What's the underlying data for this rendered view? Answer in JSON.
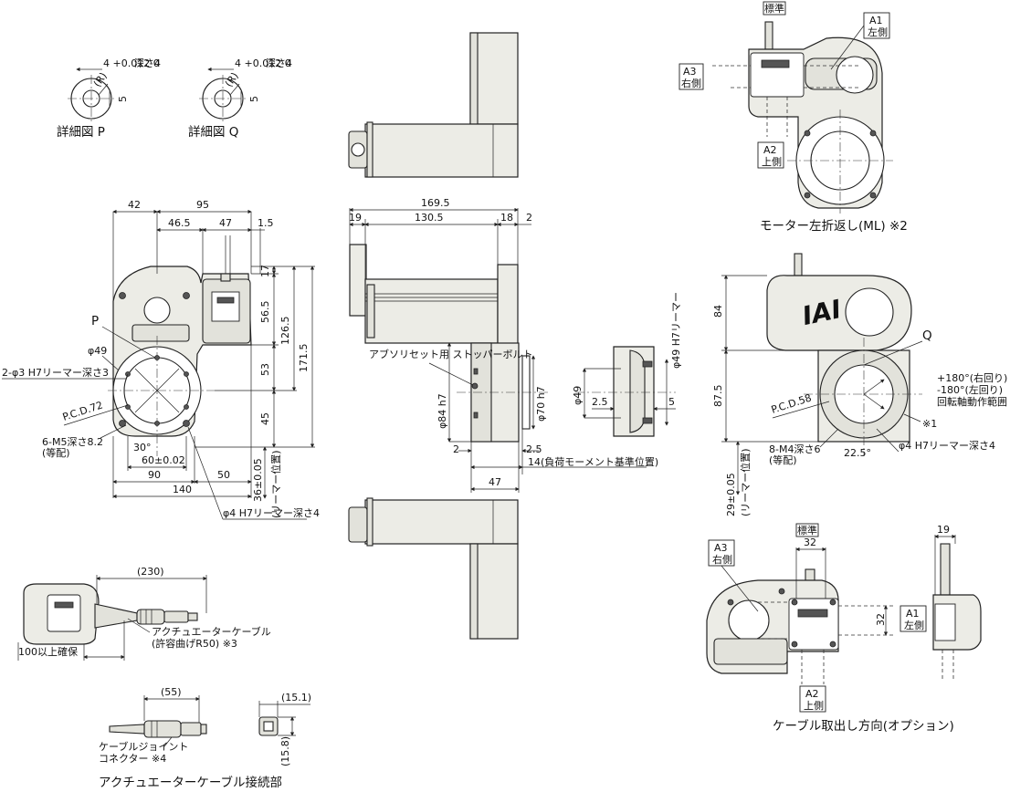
{
  "detail_p": {
    "tol": "4 +0.012 0",
    "depth": "深さ4",
    "r": "(R)",
    "five": "5",
    "caption": "詳細図 P"
  },
  "detail_q": {
    "tol": "4 +0.012 0",
    "depth": "深さ4",
    "r": "(R)",
    "five": "5",
    "caption": "詳細図 Q"
  },
  "front": {
    "d42": "42",
    "d95": "95",
    "d465": "46.5",
    "d47": "47",
    "d15": "1.5",
    "d17": "17",
    "d565": "56.5",
    "d53": "53",
    "d45": "45",
    "d1265": "126.5",
    "d1715": "171.5",
    "p_label": "P",
    "phi49": "φ49",
    "ream3": "2-φ3 H7リーマー深さ3",
    "pcd72": "P.C.D.72",
    "m5": "6-M5深さ8.2",
    "m5b": "(等配)",
    "a30": "30°",
    "d60": "60±0.02",
    "d90": "90",
    "d50": "50",
    "d140": "140",
    "d36": "36±0.05",
    "ream_pos": "(リーマー位置)",
    "ream4": "φ4 H7リーマー深さ4"
  },
  "side": {
    "d1695": "169.5",
    "d19": "19",
    "d1305": "130.5",
    "d18": "18",
    "d2": "2",
    "absolute_stopper": "アブソリセット用 ストッパーボルト",
    "phi84": "φ84 h7",
    "phi70": "φ70 h7",
    "d2b": "2",
    "d25": "2.5",
    "d14": "14(負荷モーメント基準位置)",
    "d47": "47"
  },
  "flange": {
    "phi49h7": "φ49 H7リーマー",
    "phi49": "φ49",
    "d25": "2.5",
    "d5": "5"
  },
  "ml": {
    "std": "標準",
    "a1": "A1",
    "a1s": "左側",
    "a3": "A3",
    "a3s": "右側",
    "a2": "A2",
    "a2s": "上側",
    "caption": "モーター左折返し(ML) ※2"
  },
  "top": {
    "d84": "84",
    "d875": "87.5",
    "q_label": "Q",
    "pcd58": "P.C.D.58",
    "rot1": "+180°(右回り)",
    "rot2": "-180°(左回り)",
    "rot3": "回転軸動作範囲",
    "note1": "※1",
    "m4": "8-M4深さ6",
    "m4b": "(等配)",
    "a225": "22.5°",
    "ream4": "φ4 H7リーマー深さ4",
    "d29": "29±0.05",
    "ream_pos": "(リーマー位置)"
  },
  "cable": {
    "d230": "(230)",
    "act_cable": "アクチュエーターケーブル",
    "bend": "(許容曲げR50) ※3",
    "min100": "100以上確保",
    "d55": "(55)",
    "joint": "ケーブルジョイント",
    "conn": "コネクター ※4",
    "d151": "(15.1)",
    "d158": "(15.8)",
    "caption": "アクチュエーターケーブル接続部"
  },
  "option": {
    "std": "標準",
    "d32": "32",
    "d32b": "32",
    "d19": "19",
    "a3": "A3",
    "a3s": "右側",
    "a1": "A1",
    "a1s": "左側",
    "a2": "A2",
    "a2s": "上側",
    "caption": "ケーブル取出し方向(オプション)"
  },
  "logo": "IAI"
}
